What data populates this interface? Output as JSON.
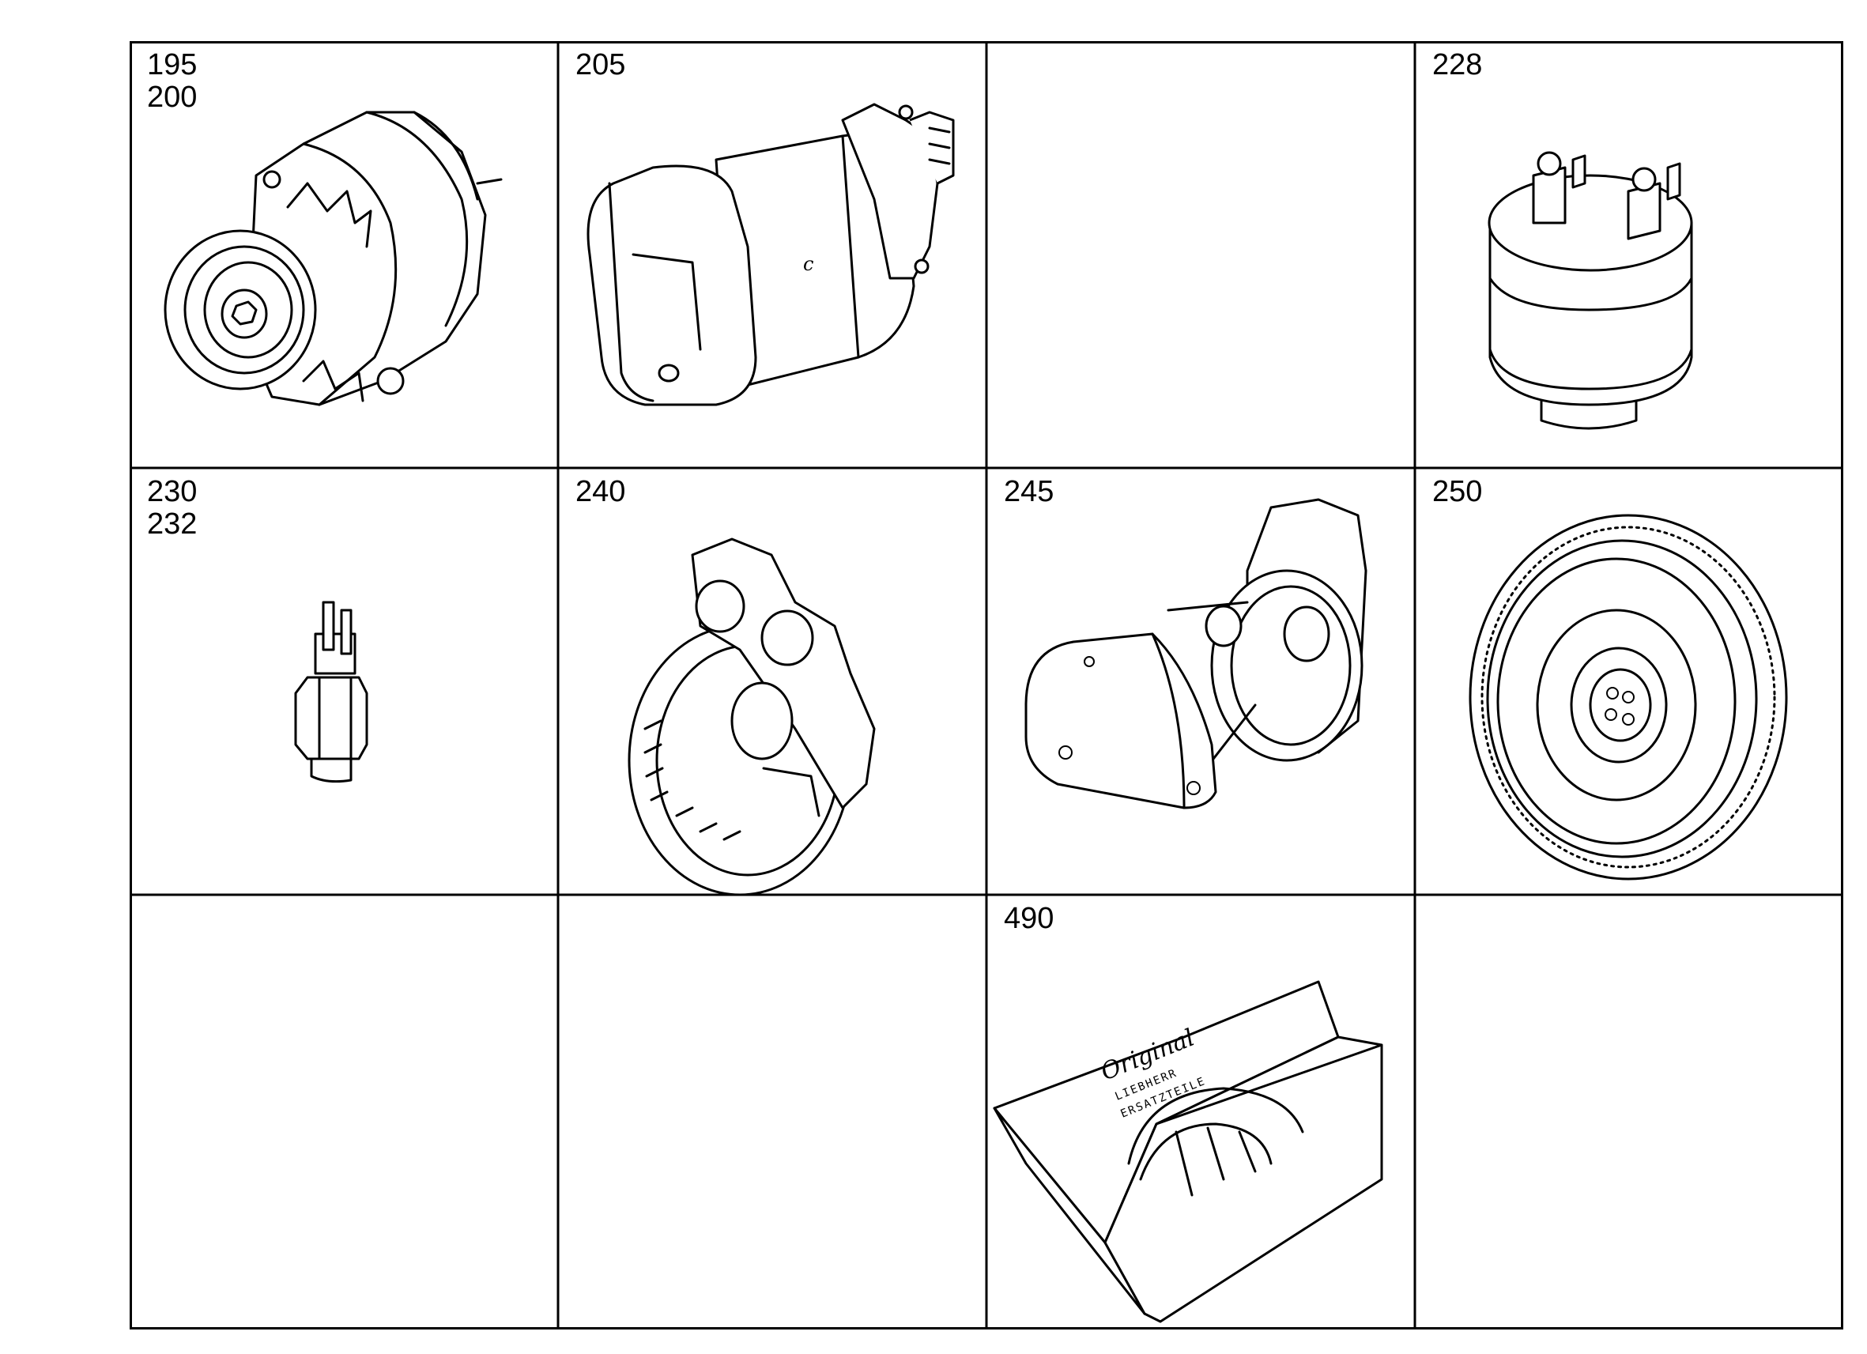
{
  "cells": [
    {
      "labels": [
        "195",
        "200"
      ],
      "icon": "alternator-icon"
    },
    {
      "labels": [
        "205"
      ],
      "icon": "starter-motor-icon"
    },
    {
      "labels": [],
      "icon": ""
    },
    {
      "labels": [
        "228"
      ],
      "icon": "oil-pressure-switch-icon"
    },
    {
      "labels": [
        "230",
        "232"
      ],
      "icon": "temperature-sensor-icon"
    },
    {
      "labels": [
        "240"
      ],
      "icon": "flywheel-housing-icon"
    },
    {
      "labels": [
        "245"
      ],
      "icon": "housing-with-cover-icon"
    },
    {
      "labels": [
        "250"
      ],
      "icon": "flywheel-icon"
    },
    {
      "labels": [],
      "icon": ""
    },
    {
      "labels": [],
      "icon": ""
    },
    {
      "labels": [
        "490"
      ],
      "icon": "gasket-kit-package-icon"
    },
    {
      "labels": [],
      "icon": ""
    }
  ],
  "package_print": {
    "brand": "Original",
    "line1": "LIEBHERR",
    "line2": "ERSATZTEILE"
  }
}
